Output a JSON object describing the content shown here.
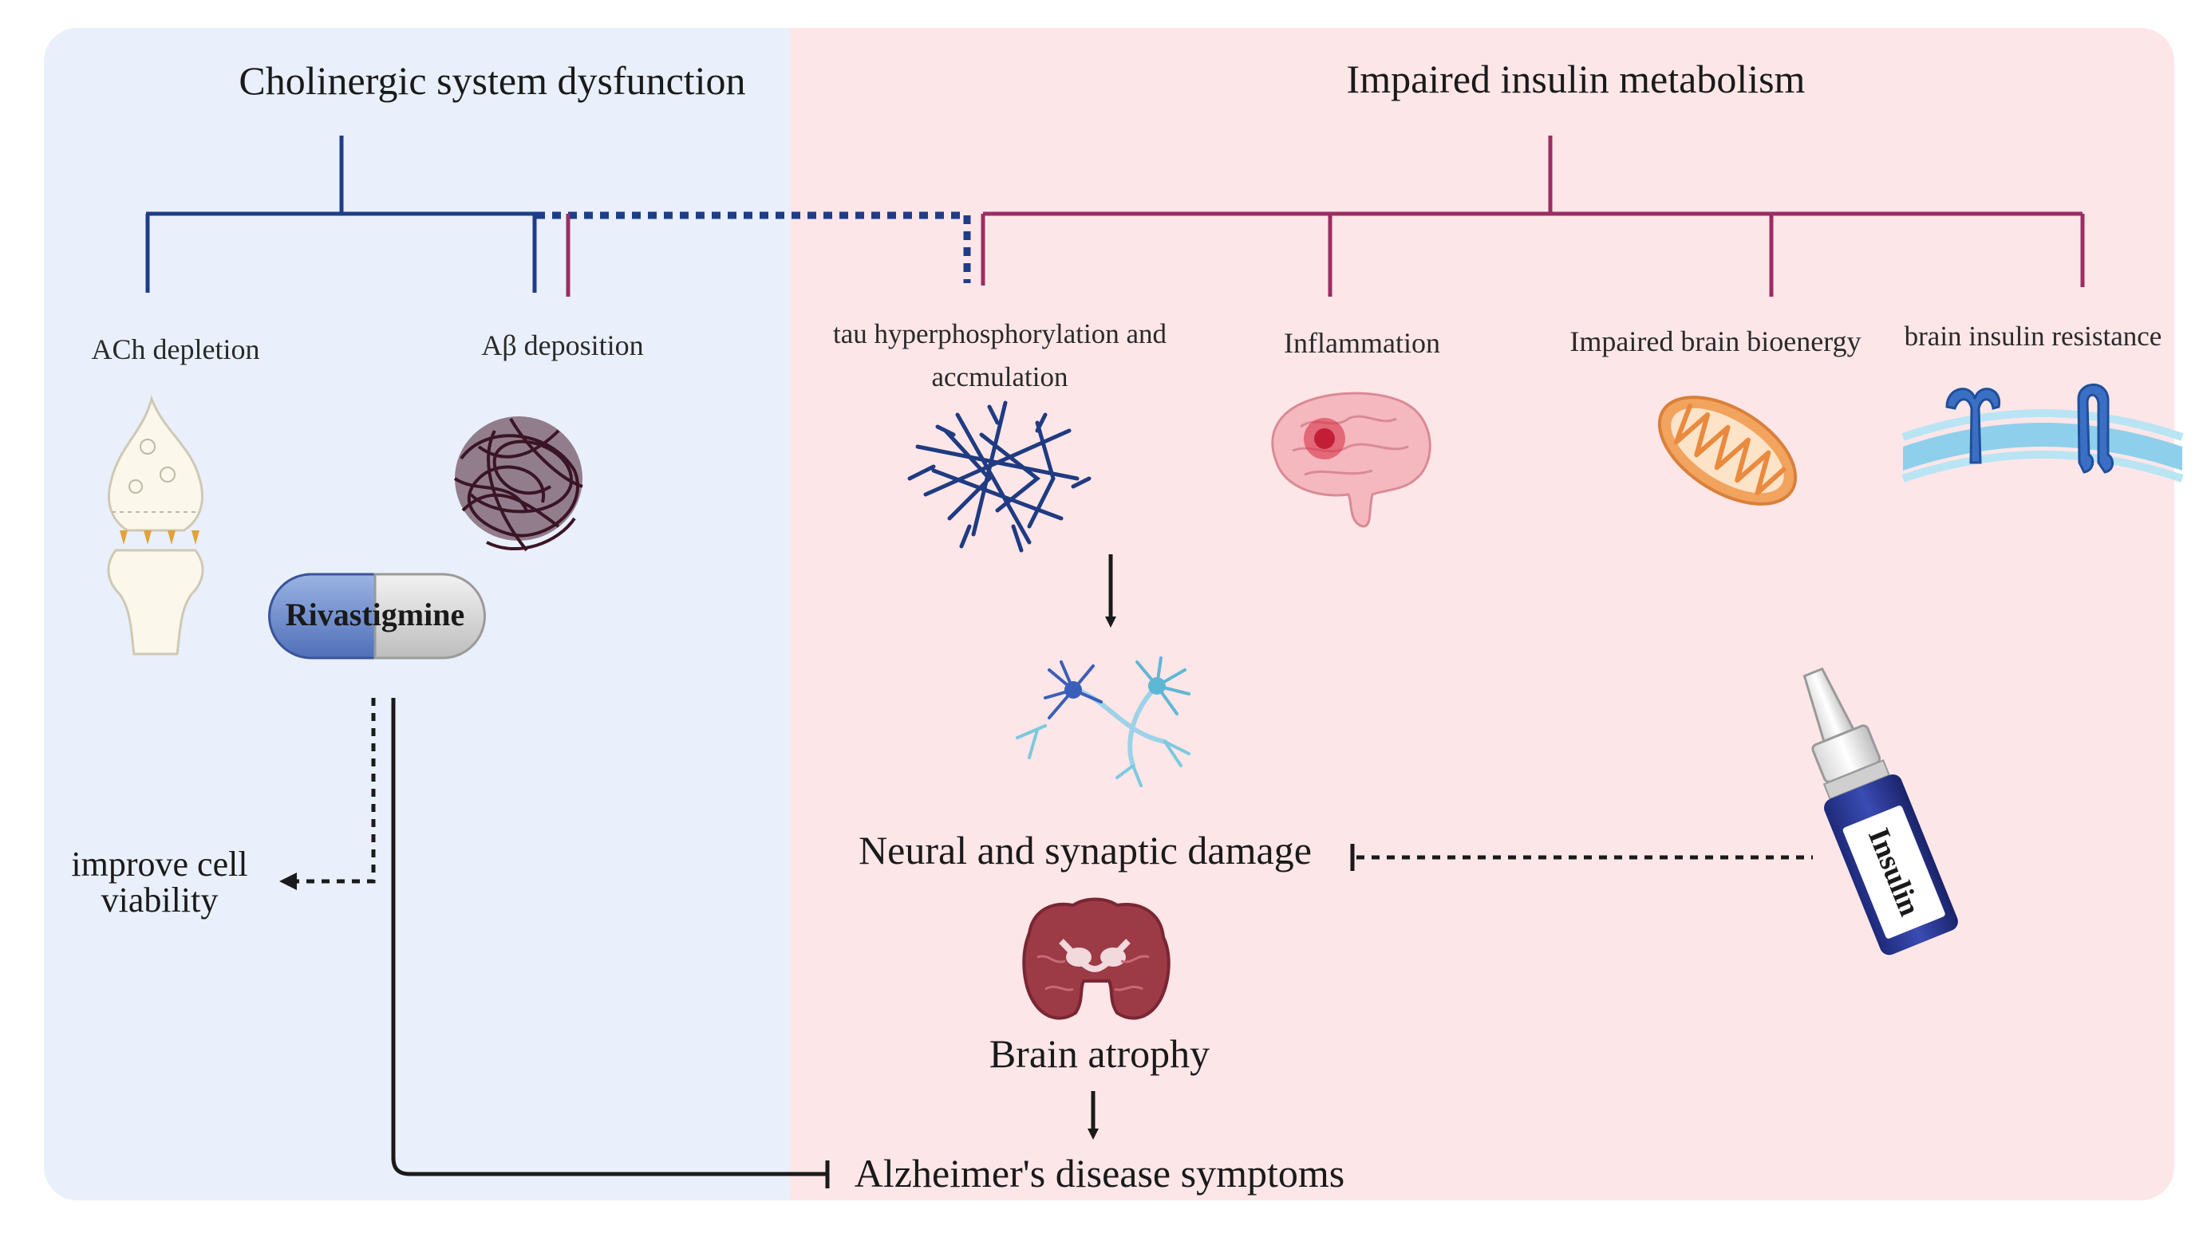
{
  "titles": {
    "cholinergic": "Cholinergic system dysfunction",
    "insulin_metabolism": "Impaired insulin metabolism"
  },
  "labels": {
    "ach_depletion": "ACh depletion",
    "abeta_deposition": "Aβ deposition",
    "tau_line1": "tau hyperphosphorylation and",
    "tau_line2": "accmulation",
    "inflammation": "Inflammation",
    "bioenergy": "Impaired brain bioenergy",
    "insulin_resistance": "brain insulin resistance",
    "neural_damage": "Neural and synaptic damage",
    "brain_atrophy": "Brain atrophy",
    "ad_symptoms": "Alzheimer's disease symptoms",
    "improve_line1": "improve cell",
    "improve_line2": "viability"
  },
  "drugs": {
    "rivastigmine": "Rivastigmine",
    "insulin": "Insulin"
  },
  "colors": {
    "cholinergic_panel": "#e9f0fb",
    "insulin_panel": "#fde6e8",
    "cholinergic_line": "#1f3c88",
    "insulin_line": "#9b2d63",
    "arrow": "#1a1a1a"
  },
  "icons": {
    "synapse": "synapse-icon",
    "amyloid": "amyloid-plaque-icon",
    "tau": "tau-tangle-icon",
    "brain": "inflamed-brain-icon",
    "mito": "mitochondrion-icon",
    "receptor": "insulin-receptor-icon",
    "neuron": "neuron-icon",
    "brain_section": "brain-atrophy-icon",
    "nasal_spray": "nasal-spray-icon",
    "capsule": "capsule-icon"
  }
}
